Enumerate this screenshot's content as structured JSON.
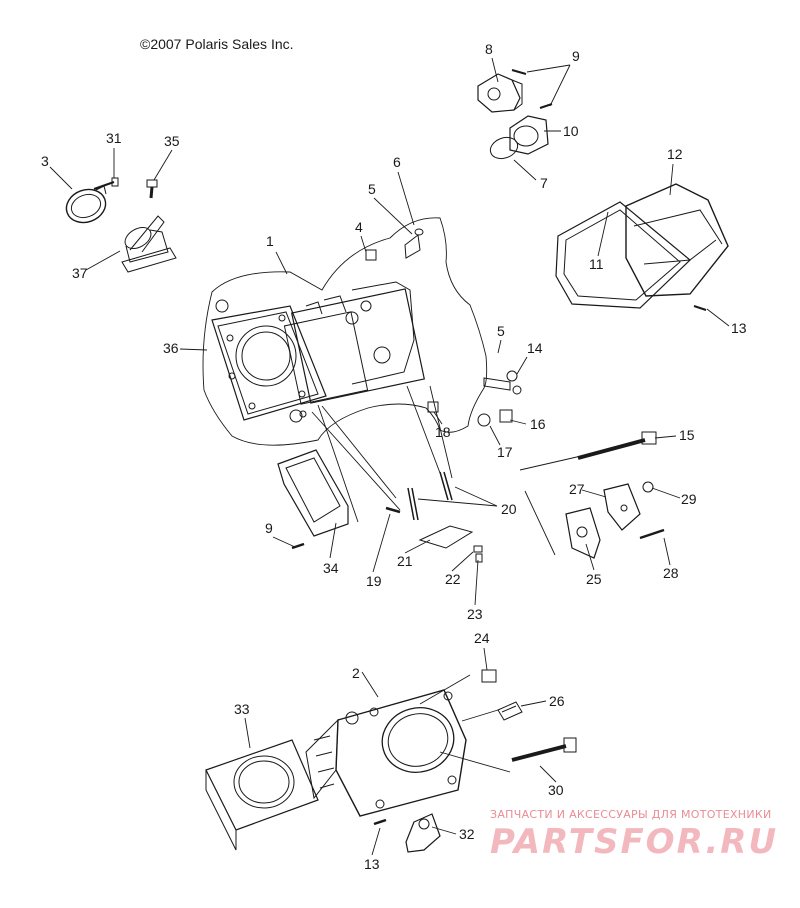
{
  "copyright": "©2007 Polaris Sales Inc.",
  "watermark": {
    "line1": "ЗАПЧАСТИ И АКСЕССУАРЫ ДЛЯ МОТОТЕХНИКИ",
    "line2": "PARTSFOR.RU"
  },
  "callouts": [
    "1",
    "2",
    "3",
    "4",
    "5",
    "5",
    "6",
    "7",
    "8",
    "9",
    "9",
    "10",
    "11",
    "12",
    "13",
    "13",
    "14",
    "15",
    "16",
    "17",
    "18",
    "19",
    "20",
    "21",
    "22",
    "23",
    "24",
    "25",
    "26",
    "27",
    "28",
    "29",
    "30",
    "31",
    "32",
    "33",
    "34",
    "35",
    "36",
    "37"
  ],
  "colors": {
    "line": "#1a1a1a",
    "watermark": "#e88d94"
  }
}
